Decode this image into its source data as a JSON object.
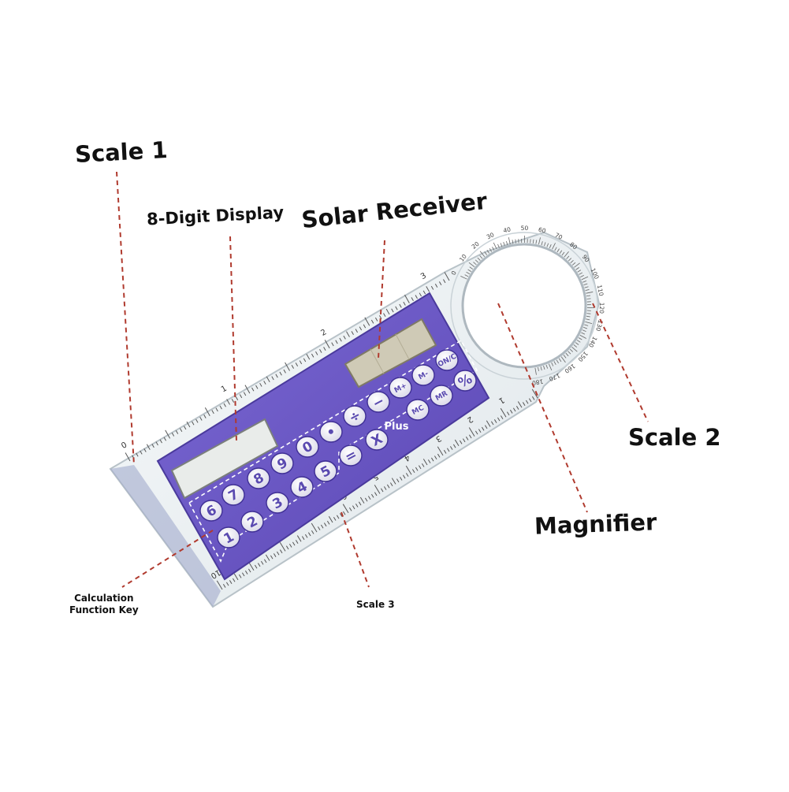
{
  "labels": {
    "scale_1": "Scale 1",
    "digit_display": "8-Digit Display",
    "solar_receiver": "Solar Receiver",
    "scale_2": "Scale 2",
    "magnifier": "Magnifier",
    "calc_key_line1": "Calculation",
    "calc_key_line2": "Function Key",
    "scale_3": "Scale 3"
  },
  "calculator": {
    "top_row": [
      "M+",
      "M-",
      "ON/C"
    ],
    "row2": [
      "÷",
      "−",
      "MC",
      "MR",
      "%"
    ],
    "row3": [
      "0",
      "•",
      "X",
      "Plus"
    ],
    "row4": [
      "8",
      "9",
      "=",
      "5"
    ],
    "row5": [
      "6",
      "7",
      "3",
      "4"
    ],
    "row6": [
      "1",
      "2"
    ],
    "plus_label": "Plus"
  },
  "ruler": {
    "scale_top_numbers": [
      "0",
      "1",
      "2",
      "3"
    ],
    "scale_bottom_numbers": [
      "10",
      "9",
      "8",
      "7",
      "6",
      "5",
      "4",
      "3",
      "2",
      "1"
    ],
    "protractor_numbers": [
      "0",
      "10",
      "20",
      "30",
      "40",
      "50",
      "60",
      "70",
      "80",
      "90",
      "100",
      "110",
      "120",
      "130",
      "140",
      "150",
      "160",
      "170",
      "180"
    ]
  },
  "colors": {
    "body_purple": "#6a56c2",
    "purple_light": "#8a7cd6",
    "key_white": "#f3f3f8",
    "dashed_line": "#c0392b",
    "ruler_clear": "#eef2f4",
    "solar_panel": "#cfcab6"
  }
}
